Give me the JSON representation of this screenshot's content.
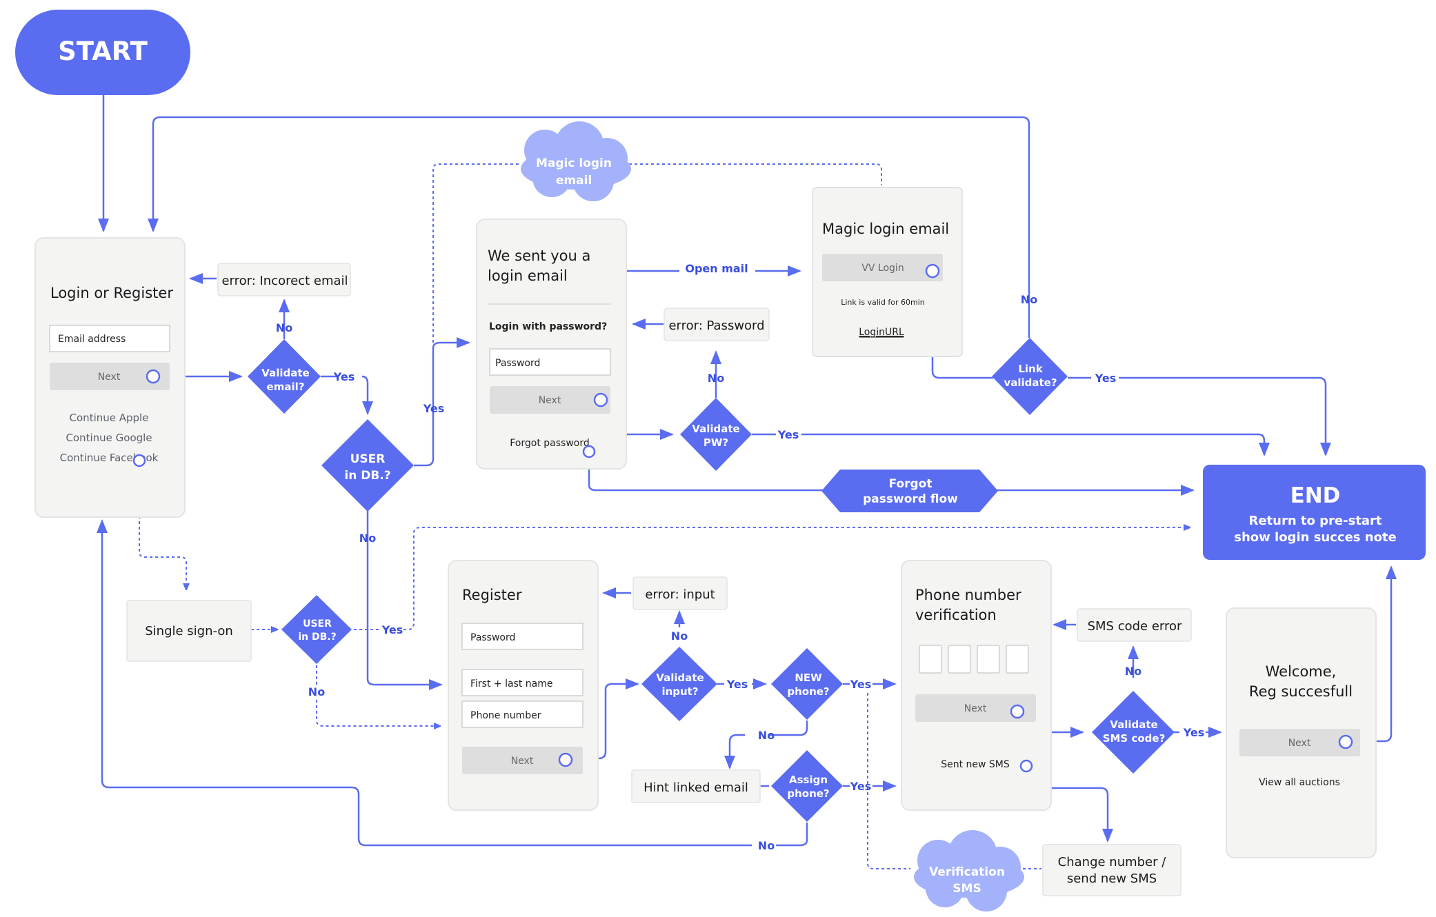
{
  "start": "START",
  "end": {
    "title": "END",
    "line1": "Return to pre-start",
    "line2": "show login succes note"
  },
  "login": {
    "title": "Login or Register",
    "email_placeholder": "Email address",
    "next": "Next",
    "apple": "Continue Apple",
    "google": "Continue Google",
    "facebook": "Continue Facebook"
  },
  "errors": {
    "email": "error: Incorect email",
    "password": "error: Password",
    "input": "error: input",
    "sms": "SMS code error"
  },
  "decisions": {
    "validate_email": [
      "Validate",
      "email?"
    ],
    "user_db": [
      "USER",
      "in DB.?"
    ],
    "user_db_sso": [
      "USER",
      "in DB.?"
    ],
    "validate_pw": [
      "Validate",
      "PW?"
    ],
    "link_validate": [
      "Link",
      "validate?"
    ],
    "validate_input": [
      "Validate",
      "input?"
    ],
    "new_phone": [
      "NEW",
      "phone?"
    ],
    "assign_phone": [
      "Assign",
      "phone?"
    ],
    "validate_sms": [
      "Validate",
      "SMS code?"
    ]
  },
  "we_sent": {
    "title1": "We sent you a",
    "title2": "login email",
    "with_pw": "Login with password?",
    "pw_placeholder": "Password",
    "next": "Next",
    "forgot": "Forgot password"
  },
  "magic_email": {
    "title": "Magic login email",
    "button": "VV Login",
    "valid": "Link is valid for 60min",
    "url": "LoginURL"
  },
  "cloud_magic": [
    "Magic login",
    "email"
  ],
  "cloud_verif": [
    "Verification",
    "SMS"
  ],
  "forgot_flow": [
    "Forgot",
    "password flow"
  ],
  "sso": "Single sign-on",
  "register": {
    "title": "Register",
    "password": "Password",
    "name": "First + last name",
    "phone": "Phone number",
    "next": "Next"
  },
  "hint_email": "Hint linked email",
  "phone_verif": {
    "title1": "Phone number",
    "title2": "verification",
    "next": "Next",
    "resend": "Sent new SMS"
  },
  "change_number": [
    "Change number /",
    "send new SMS"
  ],
  "welcome": {
    "title1": "Welcome,",
    "title2": "Reg succesfull",
    "next": "Next",
    "view": "View all auctions"
  },
  "labels": {
    "yes": "Yes",
    "no": "No",
    "open_mail": "Open mail"
  },
  "colors": {
    "accent": "#5a6cf0",
    "cloud": "#a3b2fb",
    "end": "#5a6cf0",
    "panel": "#f4f4f3"
  }
}
